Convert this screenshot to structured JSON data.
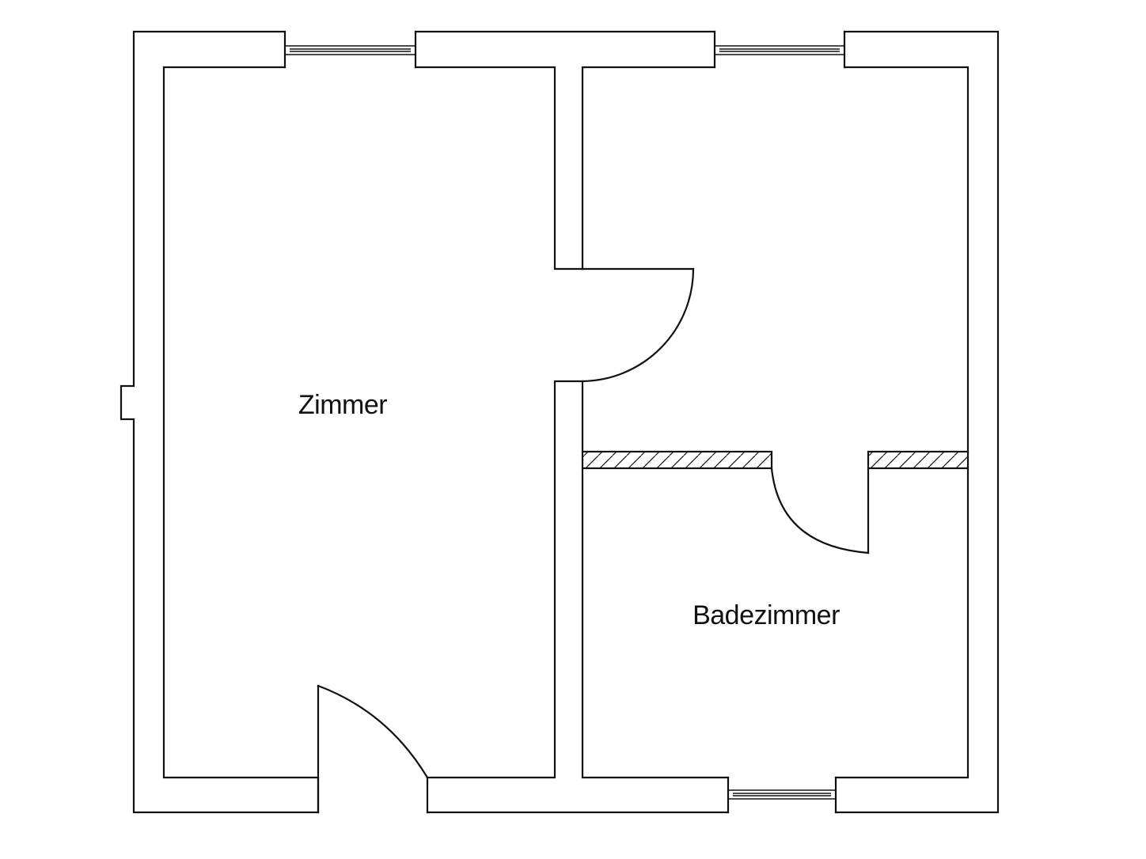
{
  "rooms": [
    {
      "id": "zimmer",
      "label": "Zimmer"
    },
    {
      "id": "badezimmer",
      "label": "Badezimmer"
    }
  ],
  "colors": {
    "line": "#111111",
    "background": "#ffffff"
  }
}
